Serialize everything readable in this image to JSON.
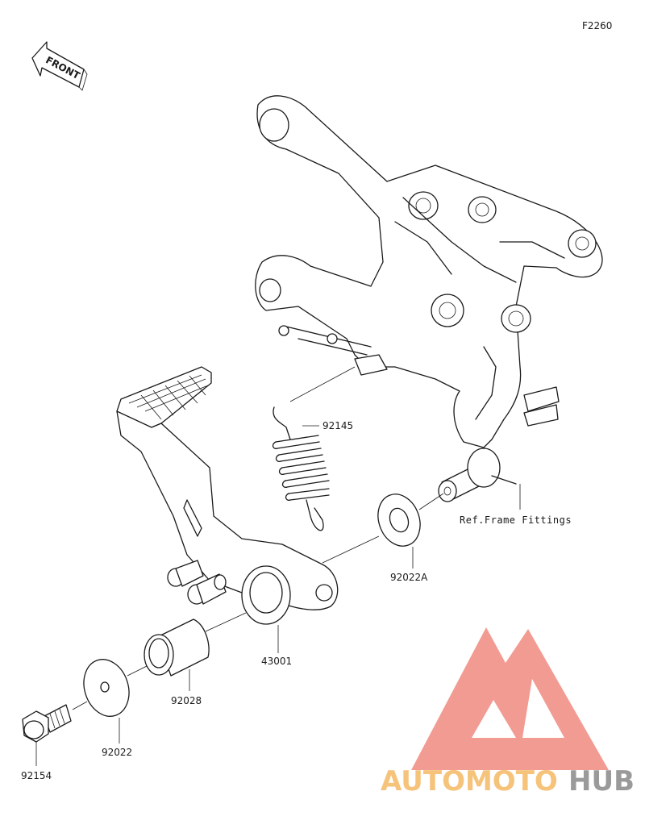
{
  "figure_id": "F2260",
  "direction_label": "FRONT",
  "reference_note": "Ref.Frame Fittings",
  "parts": [
    {
      "number": "92145"
    },
    {
      "number": "92022A"
    },
    {
      "number": "43001"
    },
    {
      "number": "92028"
    },
    {
      "number": "92022"
    },
    {
      "number": "92154"
    }
  ],
  "watermark": {
    "prefix": "AUTOMOTO",
    "suffix": "HUB",
    "colors": {
      "logo": "#f08a80",
      "prefix": "#f6c37a",
      "suffix": "#9a9a9a"
    }
  }
}
